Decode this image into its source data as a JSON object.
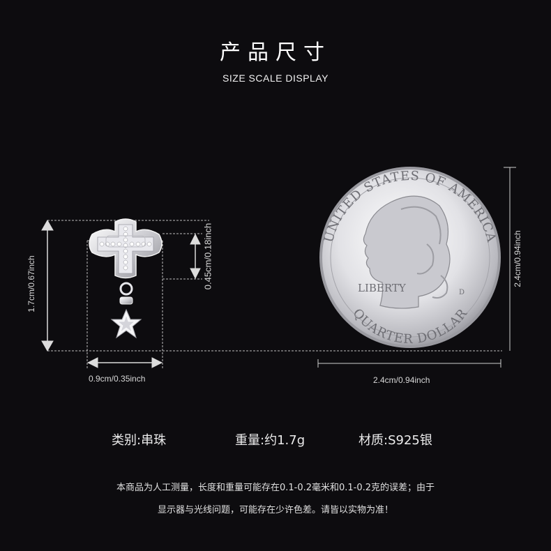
{
  "header": {
    "title_cn": "产品尺寸",
    "title_en": "SIZE SCALE DISPLAY"
  },
  "dimensions": {
    "charm_height": "1.7cm/0.67inch",
    "cross_height": "0.45cm/0.18inch",
    "charm_width": "0.9cm/0.35inch",
    "coin_height": "2.4cm/0.94inch",
    "coin_width": "2.4cm/0.94inch"
  },
  "coin": {
    "top_text": "UNITED STATES OF AMERICA",
    "bottom_text": "QUARTER DOLLAR",
    "liberty": "LIBERTY",
    "mint_mark": "D"
  },
  "specs": [
    {
      "label": "类别:",
      "value": "串珠"
    },
    {
      "label": "重量:",
      "value": "约1.7g"
    },
    {
      "label": "材质:",
      "value": "S925银"
    }
  ],
  "note": {
    "line1": "本商品为人工测量，长度和重量可能存在0.1-0.2毫米和0.1-0.2克的误差；由于",
    "line2": "显示器与光线问题，可能存在少许色差。请皆以实物为准！"
  },
  "colors": {
    "background": "#0d0c0f",
    "silver": "#d9d9dd",
    "line": "#c8c8c8"
  }
}
